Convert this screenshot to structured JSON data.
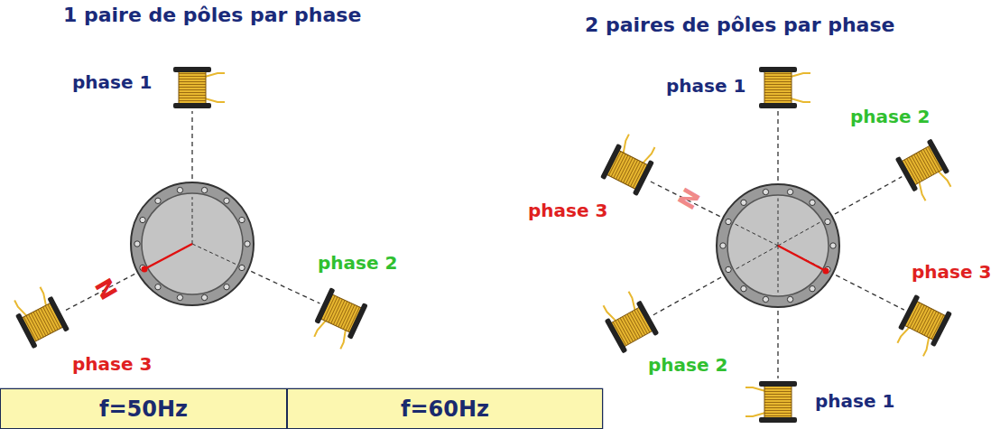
{
  "diagram": {
    "nodes": [
      {
        "text": [
          "f=50Hz"
        ]
      },
      {
        "text": [
          "f=60Hz"
        ]
      }
    ],
    "labels": [
      "1 paire de pôles par phase",
      "2 paires de pôles par phase",
      "phase 1",
      "phase 2",
      "phase 3",
      "N",
      "phase 1",
      "phase 2",
      "phase 3",
      "N",
      "phase 3",
      "phase 2",
      "phase 1"
    ]
  }
}
